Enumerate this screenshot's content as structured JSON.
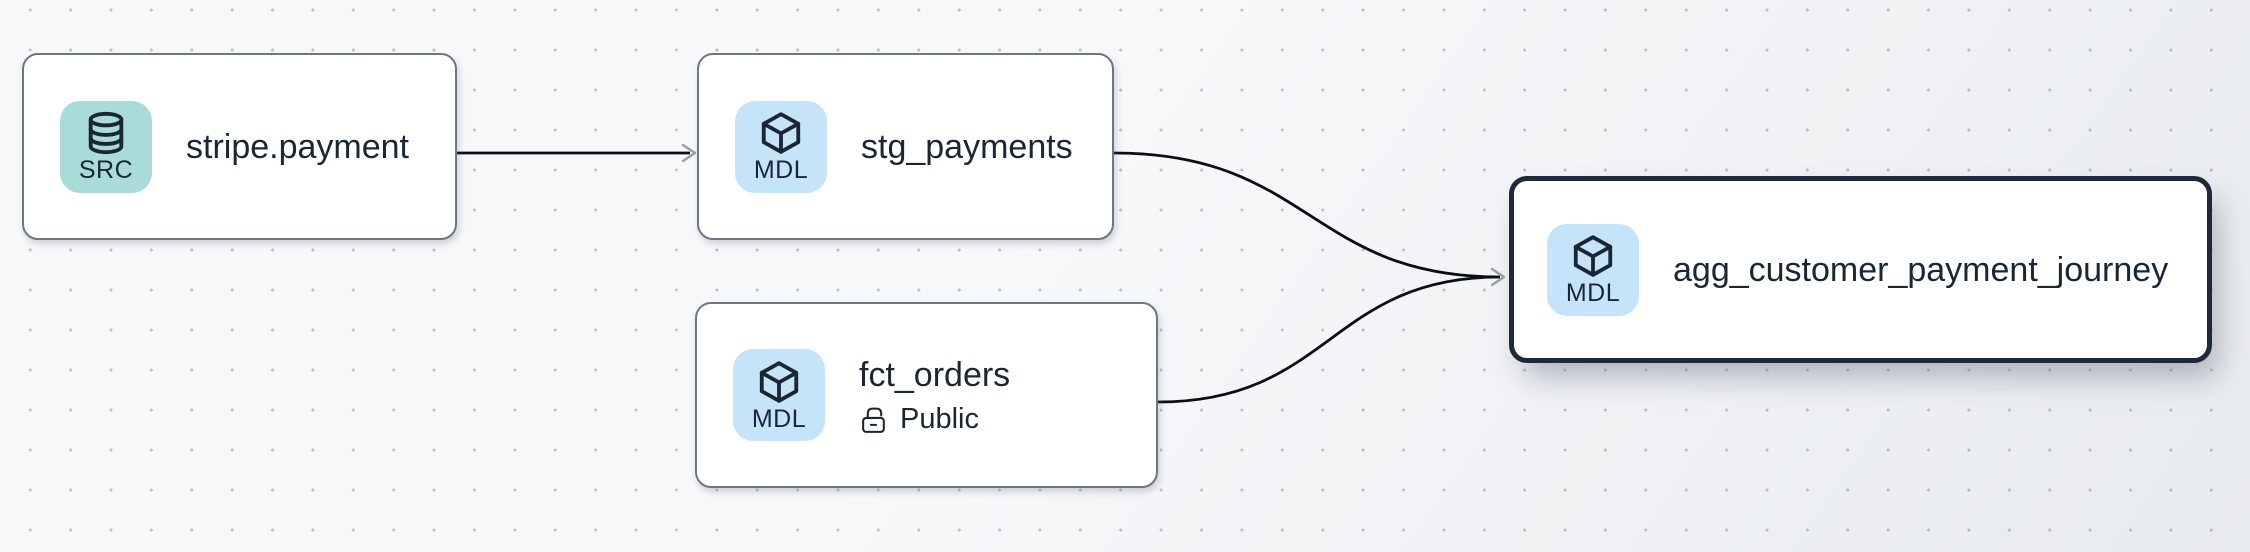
{
  "app": {
    "view": "data-lineage-graph"
  },
  "colors": {
    "canvas_bg": "#f5f6f8",
    "grid_dot": "#aab0bb",
    "node_bg": "#ffffff",
    "node_border": "#6e7683",
    "selected_node_border": "#1c2a3a",
    "node_text": "#1b2635",
    "edge": "#0b0e13",
    "arrowhead": "#989ea8",
    "src_badge_bg": "#a9dcd9",
    "mdl_badge_bg": "#c5e4f9"
  },
  "nodes": [
    {
      "title": "stripe.payment",
      "badge": "SRC",
      "type": "source",
      "icon": "database-icon",
      "selected": false
    },
    {
      "title": "stg_payments",
      "badge": "MDL",
      "type": "model",
      "icon": "cube-icon",
      "selected": false
    },
    {
      "title": "fct_orders",
      "badge": "MDL",
      "type": "model",
      "icon": "cube-icon",
      "access": "Public",
      "access_icon": "unlock-icon",
      "selected": false
    },
    {
      "title": "agg_customer_payment_journey",
      "badge": "MDL",
      "type": "model",
      "icon": "cube-icon",
      "selected": true
    }
  ],
  "edges": [
    {
      "from": "stripe.payment",
      "to": "stg_payments"
    },
    {
      "from": "stg_payments",
      "to": "agg_customer_payment_journey"
    },
    {
      "from": "fct_orders",
      "to": "agg_customer_payment_journey"
    }
  ]
}
